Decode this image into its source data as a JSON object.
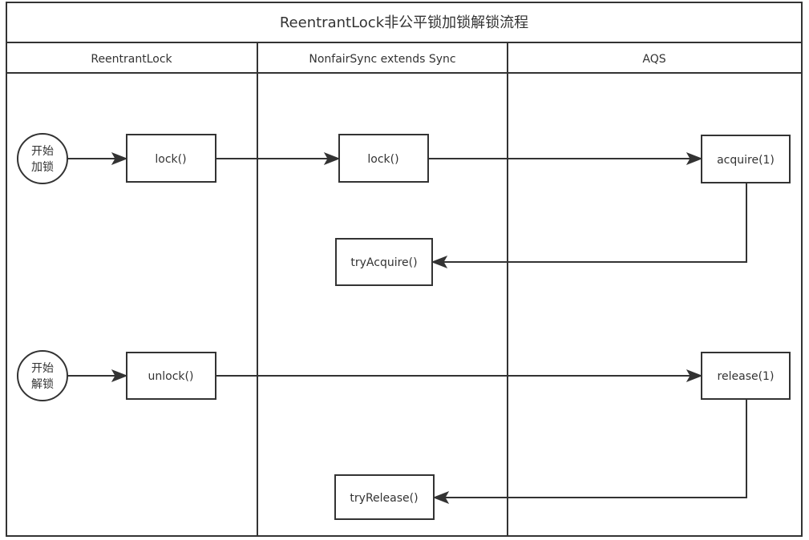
{
  "diagram": {
    "title": "ReentrantLock非公平锁加锁解锁流程",
    "lanes": [
      {
        "id": "lane-reentrantlock",
        "label": "ReentrantLock"
      },
      {
        "id": "lane-nonfairsync",
        "label": "NonfairSync extends Sync"
      },
      {
        "id": "lane-aqs",
        "label": "AQS"
      }
    ],
    "start_nodes": {
      "lock_start": {
        "line1": "开始",
        "line2": "加锁"
      },
      "unlock_start": {
        "line1": "开始",
        "line2": "解锁"
      }
    },
    "nodes": {
      "reentrantlock_lock": "lock()",
      "nonfairsync_lock": "lock()",
      "aqs_acquire": "acquire(1)",
      "nonfairsync_tryacquire": "tryAcquire()",
      "reentrantlock_unlock": "unlock()",
      "aqs_release": "release(1)",
      "nonfairsync_tryrelease": "tryRelease()"
    },
    "edges": [
      {
        "from": "lock_start",
        "to": "reentrantlock_lock"
      },
      {
        "from": "reentrantlock_lock",
        "to": "nonfairsync_lock"
      },
      {
        "from": "nonfairsync_lock",
        "to": "aqs_acquire"
      },
      {
        "from": "aqs_acquire",
        "to": "nonfairsync_tryacquire"
      },
      {
        "from": "unlock_start",
        "to": "reentrantlock_unlock"
      },
      {
        "from": "reentrantlock_unlock",
        "to": "aqs_release"
      },
      {
        "from": "aqs_release",
        "to": "nonfairsync_tryrelease"
      }
    ]
  }
}
